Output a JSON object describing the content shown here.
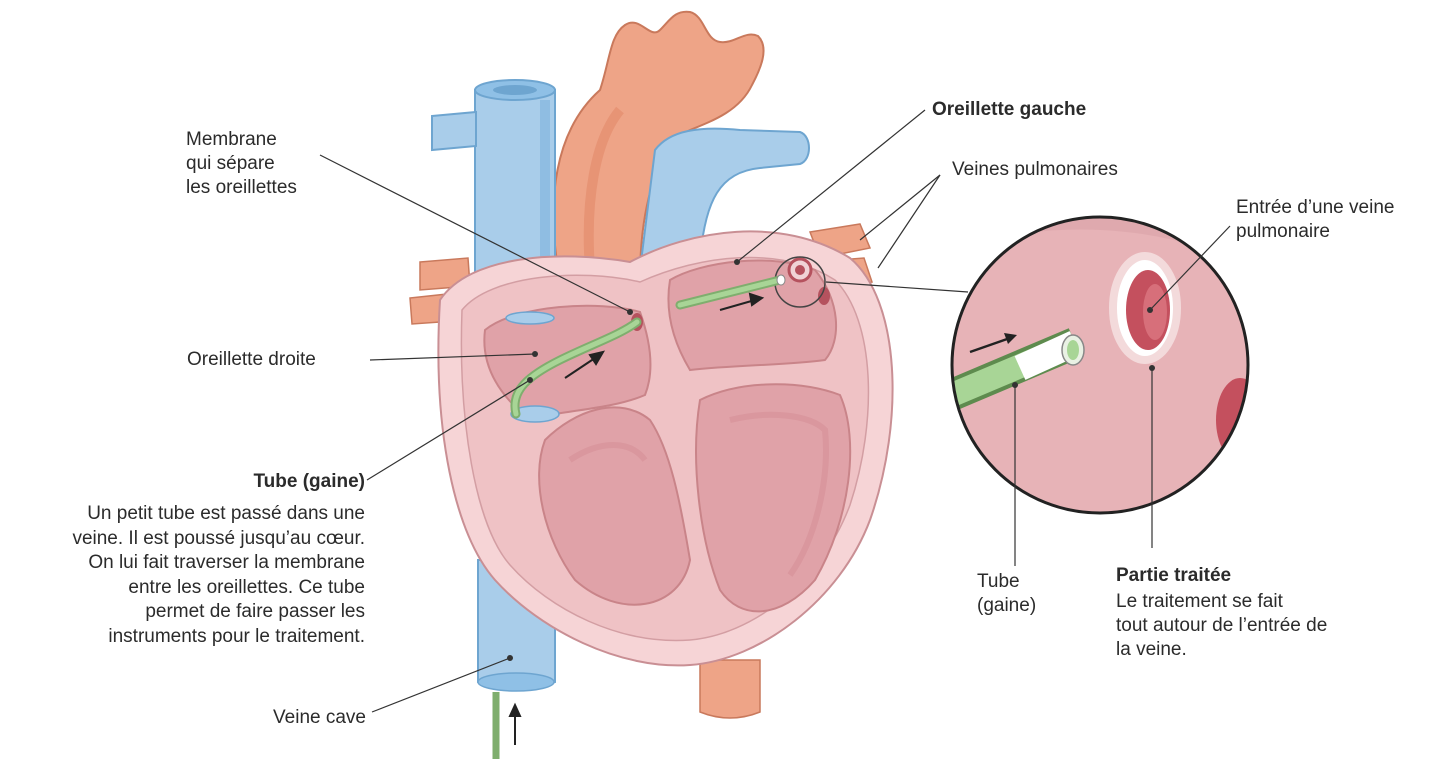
{
  "labels": {
    "membrane": [
      "Membrane",
      "qui sépare",
      "les oreillettes"
    ],
    "left_atrium": "Oreillette gauche",
    "pulmonary_veins": "Veines pulmonaires",
    "vein_entry": [
      "Entrée d’une veine",
      "pulmonaire"
    ],
    "right_atrium": "Oreillette droite",
    "sheath_title": "Tube (gaine)",
    "sheath_desc": [
      "Un petit tube est passé dans une",
      "veine. Il est poussé jusqu’au cœur.",
      "On lui fait traverser la membrane",
      "entre les oreillettes. Ce tube",
      "permet de faire passer les",
      "instruments pour le traitement."
    ],
    "tube_small": [
      "Tube",
      "(gaine)"
    ],
    "treated_title": "Partie traitée",
    "treated_desc": [
      "Le traitement se fait",
      "tout autour de l’entrée de",
      "la veine."
    ],
    "vena_cava": "Veine cave"
  },
  "colors": {
    "vein_blue": "#a9cdea",
    "vein_blue_dark": "#7eb3dc",
    "artery_orange": "#eea487",
    "artery_orange_dark": "#e08463",
    "heart_outer": "#f6d4d6",
    "heart_wall": "#efc2c5",
    "chamber": "#e0a2a8",
    "chamber_dark": "#d38c93",
    "tube_green": "#9fcf8e",
    "line": "#333333"
  }
}
